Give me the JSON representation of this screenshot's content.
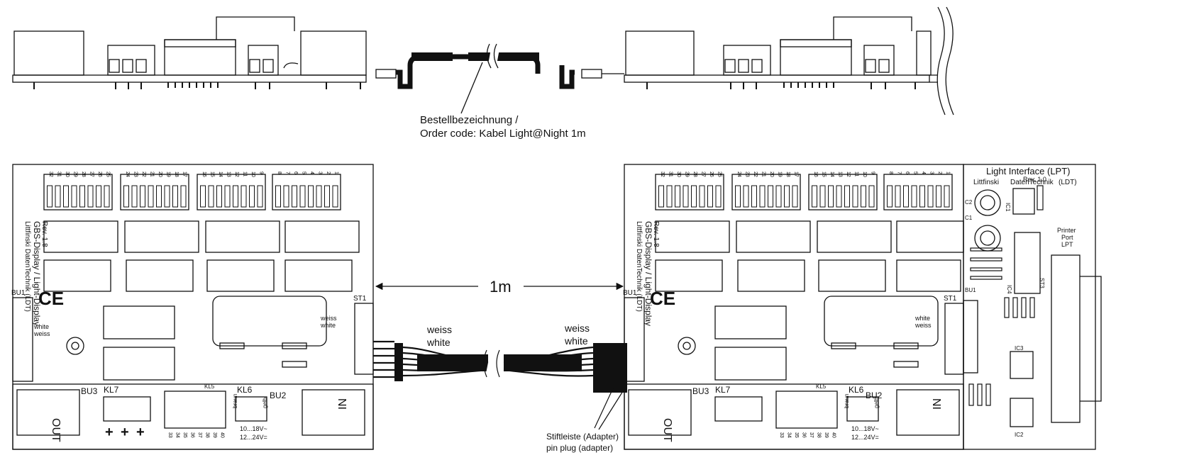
{
  "order": {
    "line1": "Bestellbezeichnung /",
    "line2": "Order code: Kabel Light@Night 1m"
  },
  "distance": "1m",
  "wire_left": {
    "de": "weiss",
    "en": "white"
  },
  "wire_right": {
    "de": "weiss",
    "en": "white"
  },
  "adapter": {
    "de": "Stiftleiste (Adapter)",
    "en": "pin plug (adapter)"
  },
  "board": {
    "rev": "Rev. 1.8",
    "name": "GBS-Display / Light-Display",
    "maker": "Littfinski  DatenTechnik  (LDT)",
    "ce": "CE",
    "bu1": "BU1",
    "st1": "ST1",
    "bu2": "BU2",
    "bu3": "BU3",
    "kl5": "KL5",
    "kl6": "KL6",
    "kl7": "KL7",
    "out": "OUT",
    "in": "IN",
    "weiss": "weiss",
    "white": "white",
    "braun": "braun",
    "gelb": "gelb",
    "volt1": "10...18V~",
    "volt2": "12...24V=",
    "plus": "+",
    "pins_top": [
      [
        "32",
        "31",
        "30",
        "29",
        "28",
        "27",
        "26",
        "25"
      ],
      [
        "24",
        "23",
        "22",
        "21",
        "20",
        "19",
        "18",
        "17"
      ],
      [
        "16",
        "15",
        "14",
        "13",
        "12",
        "11",
        "10",
        "9"
      ],
      [
        "8",
        "7",
        "6",
        "5",
        "4",
        "3",
        "2",
        "1"
      ]
    ],
    "pins_bottom": [
      "33",
      "34",
      "35",
      "36",
      "37",
      "38",
      "39",
      "40"
    ]
  },
  "interface": {
    "title": "Light Interface (LPT)",
    "rev": "Rev. 1.0",
    "maker1": "Littfinski",
    "maker2": "DatenTechnik",
    "maker3": "(LDT)",
    "printer": "Printer",
    "port": "Port",
    "lpt": "LPT",
    "c1": "C1",
    "c2": "C2",
    "ic1": "IC1",
    "ic2": "IC2",
    "ic3": "IC3",
    "ic4": "IC4",
    "bu1": "BU1",
    "st3": "ST3"
  }
}
